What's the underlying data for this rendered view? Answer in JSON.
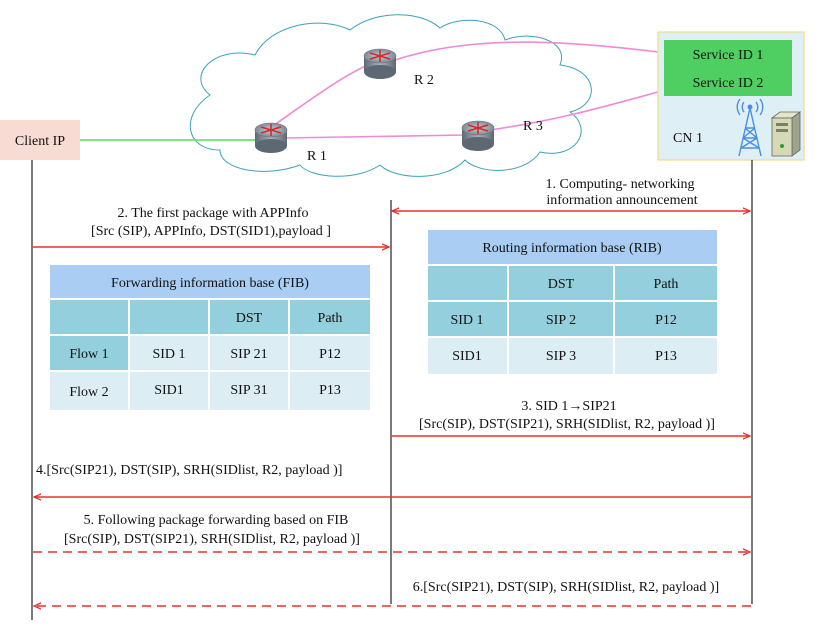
{
  "colors": {
    "cloud_stroke": "#3aa3b8",
    "pink_link": "#f08ad8",
    "green_link": "#6fe07a",
    "arrow_red": "#e8302a",
    "lifeline": "#222222",
    "client_fill": "#f8dcd4",
    "cn_fill": "#def0f6",
    "service_fill": "#4fcf62",
    "header_fill": "#a9cdf3",
    "teal_fill": "#93cfdc",
    "light_fill": "#dcedf3",
    "router_body": "#9aa6b0"
  },
  "nodes": {
    "client": "Client IP",
    "r1": "R 1",
    "r2": "R 2",
    "r3": "R 3",
    "service1": "Service ID 1",
    "service2": "Service ID 2",
    "cn": "CN 1",
    "antenna_icon": "antenna-icon",
    "server_icon": "server-icon",
    "router_icon": "router-icon"
  },
  "messages": {
    "m1_line1": "1. Computing- networking",
    "m1_line2": "information announcement",
    "m2_line1": "2. The first package with APPInfo",
    "m2_line2": "[Src (SIP), APPInfo, DST(SID1),payload ]",
    "m3_line1": "3. SID 1→SIP21",
    "m3_line2": "[Src(SIP), DST(SIP21), SRH(SIDlist, R2, payload )]",
    "m4": "4.[Src(SIP21), DST(SIP), SRH(SIDlist, R2, payload )]",
    "m5_line1": "5. Following package forwarding based on FIB",
    "m5_line2": "[Src(SIP), DST(SIP21), SRH(SIDlist, R2, payload )]",
    "m6": "6.[Src(SIP21), DST(SIP), SRH(SIDlist, R2, payload )]"
  },
  "fib": {
    "title": "Forwarding  information base (FIB)",
    "headers": [
      "",
      "",
      "DST",
      "Path"
    ],
    "rows": [
      [
        "Flow 1",
        "SID 1",
        "SIP 21",
        "P12"
      ],
      [
        "Flow 2",
        "SID1",
        "SIP 31",
        "P13"
      ]
    ]
  },
  "rib": {
    "title": "Routing information base (RIB)",
    "headers": [
      "",
      "DST",
      "Path"
    ],
    "rows": [
      [
        "SID 1",
        "SIP 2",
        "P12"
      ],
      [
        "SID1",
        "SIP 3",
        "P13"
      ]
    ]
  }
}
